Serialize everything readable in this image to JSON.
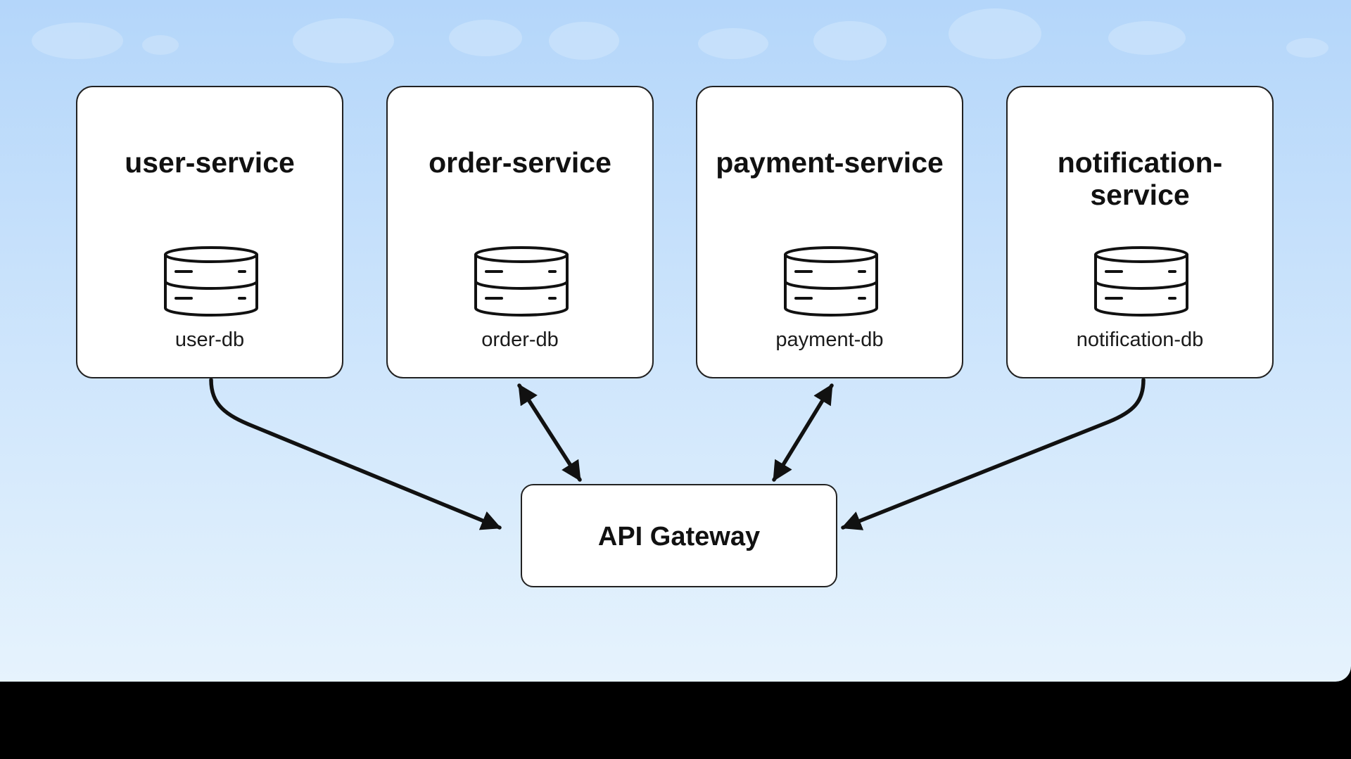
{
  "services": [
    {
      "name": "user-service",
      "database": "user-db"
    },
    {
      "name": "order-service",
      "database": "order-db"
    },
    {
      "name": "payment-service",
      "database": "payment-db"
    },
    {
      "name": "notification-service",
      "database": "notification-db"
    }
  ],
  "gateway": {
    "label": "API Gateway"
  },
  "colors": {
    "sky_top": "#b4d6fa",
    "sky_bottom": "#e6f3fd",
    "card_fill": "#ffffff",
    "stroke": "#111111",
    "frame": "#000000"
  },
  "icons": {
    "database": "database-icon",
    "arrow": "arrow-icon"
  },
  "connections": [
    {
      "service": "user-service",
      "target": "API Gateway",
      "direction": "to-gateway"
    },
    {
      "service": "order-service",
      "target": "API Gateway",
      "direction": "bidirectional"
    },
    {
      "service": "payment-service",
      "target": "API Gateway",
      "direction": "bidirectional"
    },
    {
      "service": "notification-service",
      "target": "API Gateway",
      "direction": "to-gateway"
    }
  ]
}
